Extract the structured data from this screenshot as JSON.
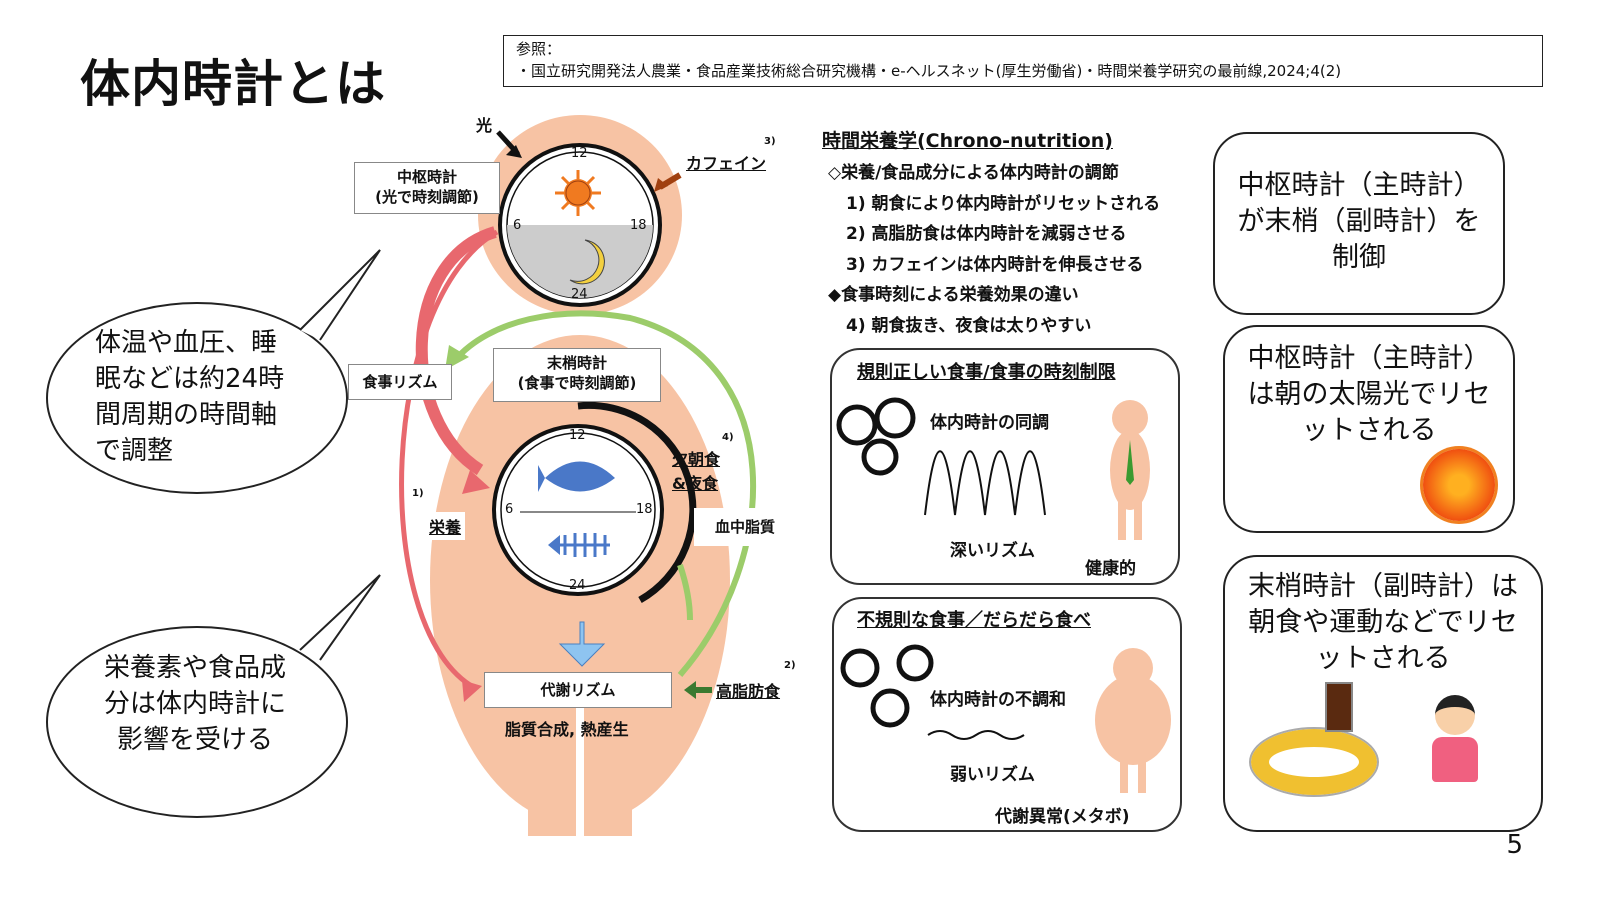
{
  "title": "体内時計とは",
  "reference": {
    "heading": "参照：",
    "text": "・国立研究開発法人農業・食品産業技術総合研究機構・e-ヘルスネット(厚生労働省)・時間栄養学研究の最前線,2024;4(2)"
  },
  "diagram": {
    "light": "光",
    "caffeine": "カフェイン",
    "caffeine_num": "3)",
    "central_clock": {
      "line1": "中枢時計",
      "line2": "(光で時刻調節)"
    },
    "peripheral_clock": {
      "line1": "末梢時計",
      "line2": "(食事で時刻調節)"
    },
    "meal_rhythm": "食事リズム",
    "nutrition": "栄養",
    "nutrition_num": "1)",
    "skip_breakfast": "欠朝食",
    "late_meal": "&夜食",
    "skip_num": "4)",
    "blood_lipid": "血中脂質",
    "metabolic_rhythm": "代謝リズム",
    "high_fat": "高脂肪食",
    "high_fat_num": "2)",
    "lipid_synthesis": "脂質合成, 熱産生",
    "clock_ticks": [
      "12",
      "18",
      "24",
      "6"
    ]
  },
  "bubbles": [
    "体温や血圧、睡眠などは約24時間周期の時間軸で調整",
    "栄養素や食品成分は体内時計に影響を受ける"
  ],
  "chrono": {
    "heading": "時間栄養学(Chrono-nutrition)",
    "lines": [
      "◇栄養/食品成分による体内時計の調節",
      "1) 朝食により体内時計がリセットされる",
      "2) 高脂肪食は体内時計を減弱させる",
      "3) カフェインは体内時計を伸長させる",
      "◆食事時刻による栄養効果の違い",
      "4) 朝食抜き、夜食は太りやすい"
    ]
  },
  "panel_regular": {
    "title": "規則正しい食事/食事の時刻制限",
    "sync": "体内時計の同調",
    "rhythm": "深いリズム",
    "healthy": "健康的"
  },
  "panel_irregular": {
    "title": "不規則な食事／だらだら食べ",
    "desync": "体内時計の不調和",
    "rhythm": "弱いリズム",
    "metabolic": "代謝異常(メタボ)"
  },
  "right_boxes": [
    "中枢時計（主時計）が末梢（副時計）を制御",
    "中枢時計（主時計）は朝の太陽光でリセットされる",
    "末梢時計（副時計）は朝食や運動などでリセットされる"
  ],
  "page_number": "5",
  "colors": {
    "skin": "#f7c3a4",
    "red_arrow": "#e8686e",
    "green_arrow": "#9ccc6a",
    "fish": "#4a78c8",
    "blue_arrow": "#8ec4f0"
  }
}
